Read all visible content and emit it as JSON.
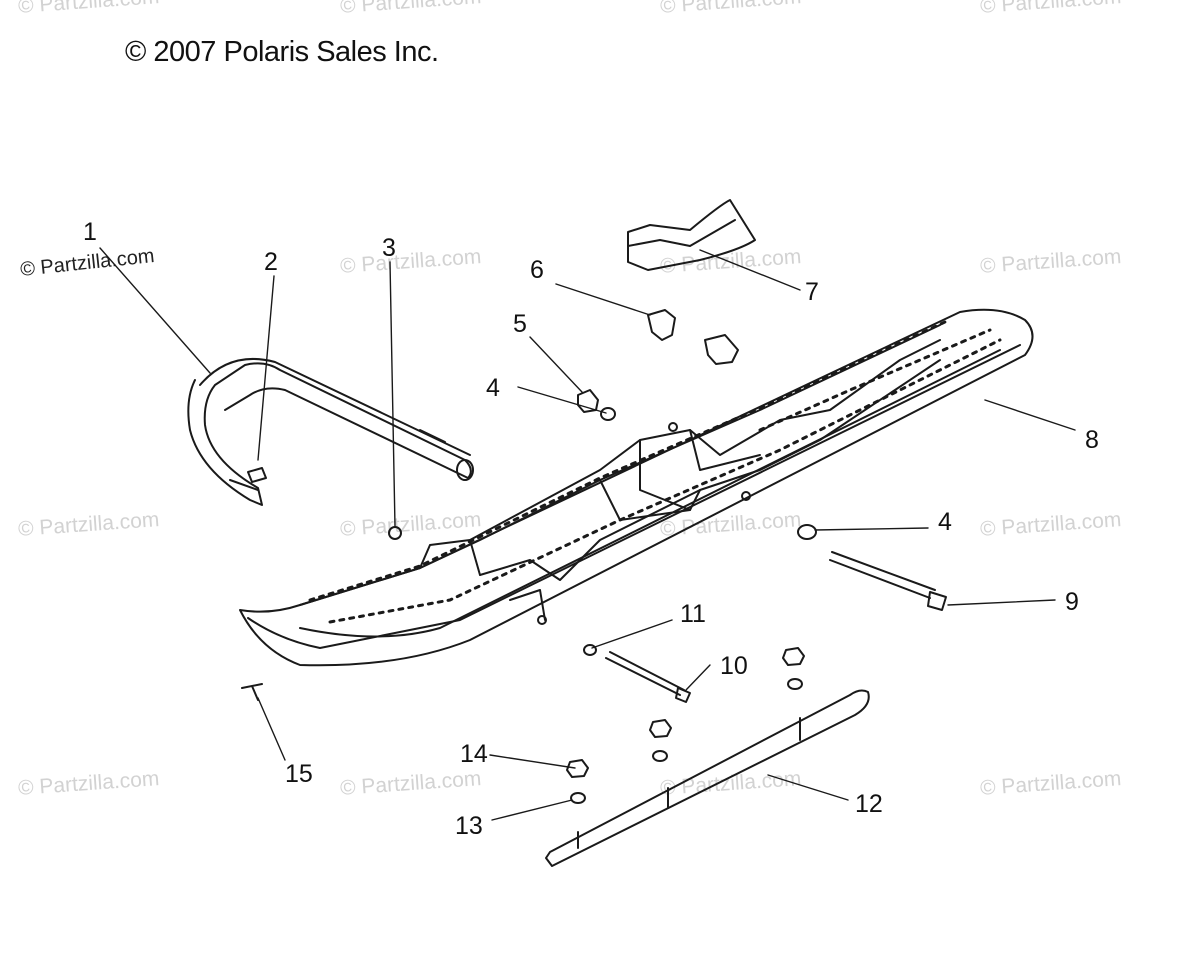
{
  "copyright": "© 2007 Polaris Sales Inc.",
  "watermark_text": "© Partzilla.com",
  "callouts": [
    "1",
    "2",
    "3",
    "4",
    "4",
    "5",
    "6",
    "7",
    "8",
    "9",
    "10",
    "11",
    "12",
    "13",
    "14",
    "15"
  ],
  "colors": {
    "line": "#1a1a1a",
    "watermark": "#d2d2d2",
    "background": "#ffffff"
  }
}
